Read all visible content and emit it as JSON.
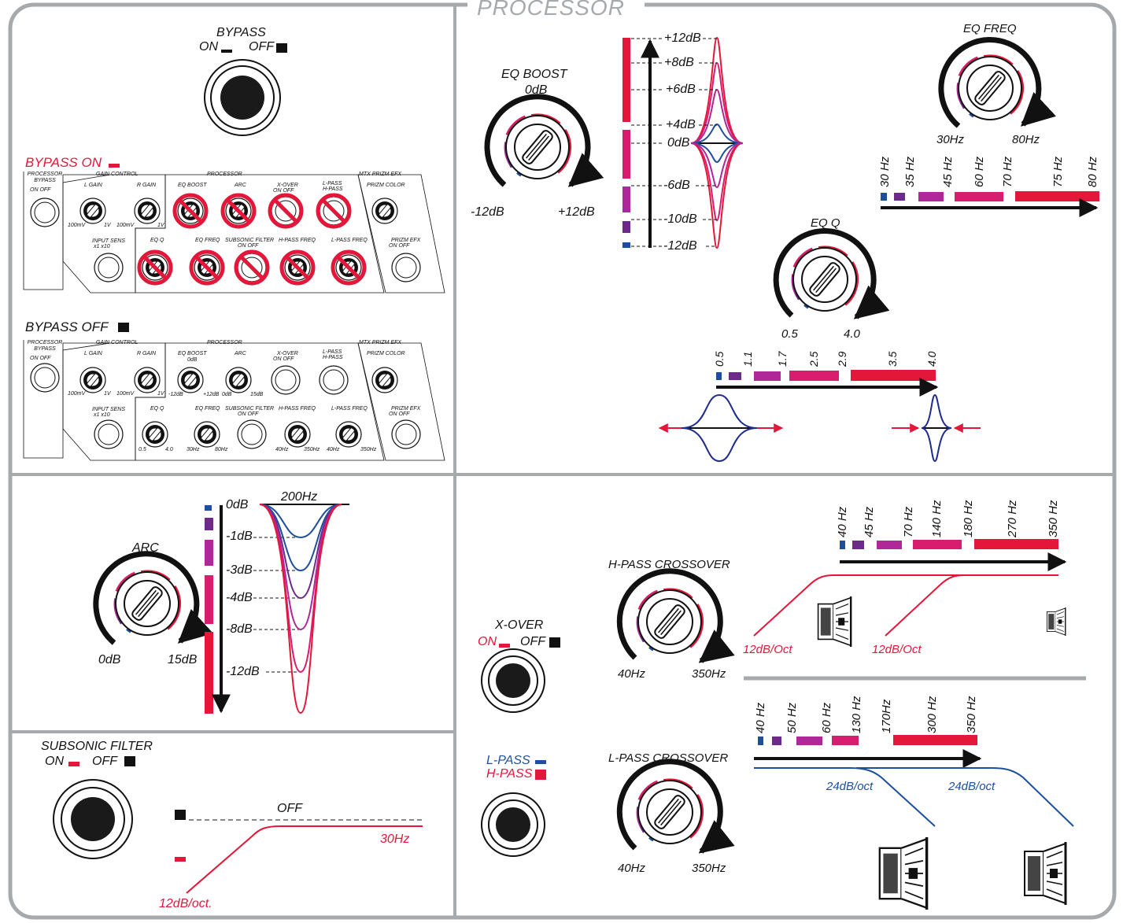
{
  "header": {
    "title": "PROCESSOR"
  },
  "bypass": {
    "title": "BYPASS",
    "on": "ON",
    "off": "OFF"
  },
  "bypass_on_panel": {
    "title": "BYPASS ON",
    "labels": {
      "processor_bypass": "PROCESSOR BYPASS",
      "bypass_sw": "ON OFF",
      "gain_control": "GAIN CONTROL",
      "l_gain": "L GAIN",
      "r_gain": "R GAIN",
      "processor": "PROCESSOR",
      "eq_boost": "EQ BOOST",
      "arc": "ARC",
      "x_over": "X-OVER",
      "x_over_sw": "ON OFF",
      "l_pass": "L-PASS",
      "h_pass": "H-PASS",
      "mtx_prizm": "MTX PRIZM EFX",
      "prizm_color": "PRIZM COLOR",
      "input_sens": "INPUT SENS",
      "input_sens_sw": "x1 x10",
      "eq_q": "EQ Q",
      "eq_freq": "EQ FREQ",
      "subsonic": "SUBSONIC FILTER",
      "subsonic_sw": "ON OFF",
      "h_pass_freq": "H-PASS FREQ",
      "l_pass_freq": "L-PASS FREQ",
      "prizm_efx": "PRIZM EFX",
      "prizm_efx_sw": "ON OFF",
      "lg_min": "100mV",
      "lg_max": "1V",
      "rg_min": "100mV",
      "rg_max": "1V"
    }
  },
  "bypass_off_panel": {
    "title": "BYPASS OFF",
    "labels": {
      "processor_bypass": "PROCESSOR BYPASS",
      "bypass_sw": "ON OFF",
      "gain_control": "GAIN CONTROL",
      "l_gain": "L GAIN",
      "r_gain": "R GAIN",
      "processor": "PROCESSOR",
      "eq_boost": "EQ BOOST",
      "eq_boost_val": "0dB",
      "arc": "ARC",
      "x_over": "X-OVER",
      "x_over_sw": "ON OFF",
      "l_pass": "L-PASS",
      "h_pass": "H-PASS",
      "mtx_prizm": "MTX PRIZM EFX",
      "prizm_color": "PRIZM COLOR",
      "input_sens": "INPUT SENS",
      "input_sens_sw": "x1 x10",
      "eq_q": "EQ Q",
      "eq_freq": "EQ FREQ",
      "subsonic": "SUBSONIC FILTER",
      "subsonic_sw": "ON OFF",
      "h_pass_freq": "H-PASS FREQ",
      "l_pass_freq": "L-PASS FREQ",
      "prizm_efx": "PRIZM EFX",
      "prizm_efx_sw": "ON OFF",
      "lg_min": "100mV",
      "lg_max": "1V",
      "rg_min": "100mV",
      "rg_max": "1V",
      "eb_min": "-12dB",
      "eb_max": "+12dB",
      "arc_min": "0dB",
      "arc_max": "15dB",
      "q_min": "0.5",
      "q_max": "4.0",
      "ef_min": "30Hz",
      "ef_max": "80Hz",
      "hp_min": "40Hz",
      "hp_max": "350Hz",
      "lp_min": "40Hz",
      "lp_max": "350Hz"
    }
  },
  "eq_boost": {
    "title": "EQ BOOST",
    "value": "0dB",
    "min": "-12dB",
    "max": "+12dB",
    "levels": [
      "+12dB",
      "+8dB",
      "+6dB",
      "+4dB",
      "0dB",
      "-6dB",
      "-10dB",
      "-12dB"
    ]
  },
  "eq_freq": {
    "title": "EQ FREQ",
    "min": "30Hz",
    "max": "80Hz",
    "scale": [
      "30 Hz",
      "35 Hz",
      "45 Hz",
      "60 Hz",
      "70 Hz",
      "75 Hz",
      "80 Hz"
    ]
  },
  "eq_q": {
    "title": "EQ Q",
    "min": "0.5",
    "max": "4.0",
    "scale": [
      "0.5",
      "1.1",
      "1.7",
      "2.5",
      "2.9",
      "3.5",
      "4.0"
    ]
  },
  "arc": {
    "title": "ARC",
    "min": "0dB",
    "max": "15dB",
    "freq": "200Hz",
    "levels": [
      "0dB",
      "-1dB",
      "-3dB",
      "-4dB",
      "-8dB",
      "-12dB"
    ]
  },
  "subsonic": {
    "title": "SUBSONIC FILTER",
    "on": "ON",
    "off": "OFF",
    "off_label": "OFF",
    "freq": "30Hz",
    "slope": "12dB/oct."
  },
  "xover": {
    "title": "X-OVER",
    "on": "ON",
    "off": "OFF",
    "l_pass": "L-PASS",
    "h_pass": "H-PASS"
  },
  "hpass": {
    "title": "H-PASS CROSSOVER",
    "min": "40Hz",
    "max": "350Hz",
    "scale": [
      "40 Hz",
      "45 Hz",
      "70 Hz",
      "140 Hz",
      "180 Hz",
      "270 Hz",
      "350 Hz"
    ],
    "slope": "12dB/Oct"
  },
  "lpass": {
    "title": "L-PASS CROSSOVER",
    "min": "40Hz",
    "max": "350Hz",
    "scale": [
      "40 Hz",
      "50 Hz",
      "60 Hz",
      "130 Hz",
      "170Hz",
      "300 Hz",
      "350 Hz"
    ],
    "slope": "24dB/oct"
  },
  "colors": {
    "red": "#e3173a",
    "pink": "#d81d6e",
    "magenta": "#b0279a",
    "purple": "#6e2a8a",
    "blue": "#1d4f9c",
    "frame": "#a7aaad",
    "black": "#111111"
  }
}
